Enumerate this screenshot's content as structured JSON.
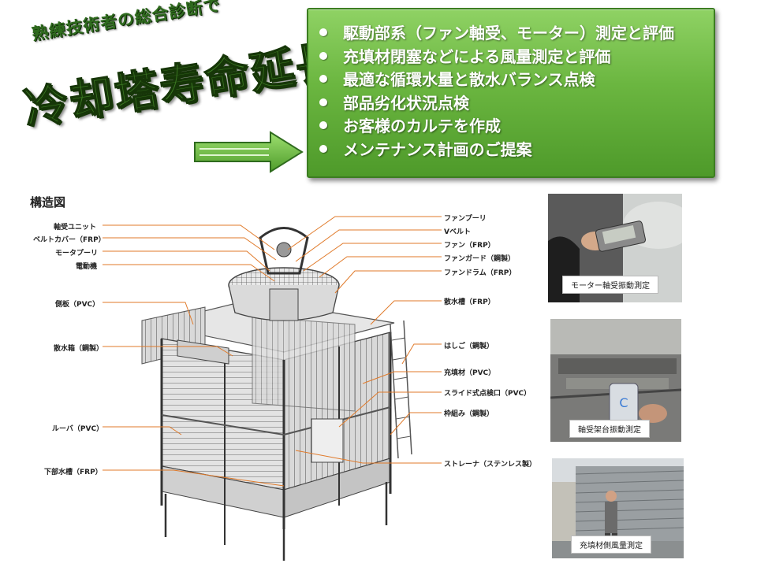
{
  "header": {
    "subtitle": "熟練技術者の総合診断で",
    "title": "冷却塔寿命延長"
  },
  "panel": {
    "items": [
      "駆動部系（ファン軸受、モーター）測定と評価",
      "充填材閉塞などによる風量測定と評価",
      "最適な循環水量と散水バランス点検",
      "部品劣化状況点検",
      "お客様のカルテを作成",
      "メンテナンス計画のご提案"
    ]
  },
  "diagram": {
    "title": "構造図",
    "left_labels": [
      "軸受ユニット",
      "ベルトカバー（FRP）",
      "モータプーリ",
      "電動機",
      "側板（PVC）",
      "散水箱（鋼製）",
      "ルーバ（PVC）",
      "下部水槽（FRP）"
    ],
    "right_labels": [
      "ファンプーリ",
      "Vベルト",
      "ファン（FRP）",
      "ファンガード（鋼製）",
      "ファンドラム（FRP）",
      "散水槽（FRP）",
      "はしご（鋼製）",
      "充填材（PVC）",
      "スライド式点検口（PVC）",
      "枠組み（鋼製）",
      "ストレーナ（ステンレス製）"
    ]
  },
  "photos": [
    {
      "caption": "モーター軸受振動測定"
    },
    {
      "caption": "軸受架台振動測定"
    },
    {
      "caption": "充填材側風量測定"
    }
  ],
  "colors": {
    "panel": "#6bb640",
    "title": "#3c7a23",
    "leader": "#e07a2a"
  }
}
